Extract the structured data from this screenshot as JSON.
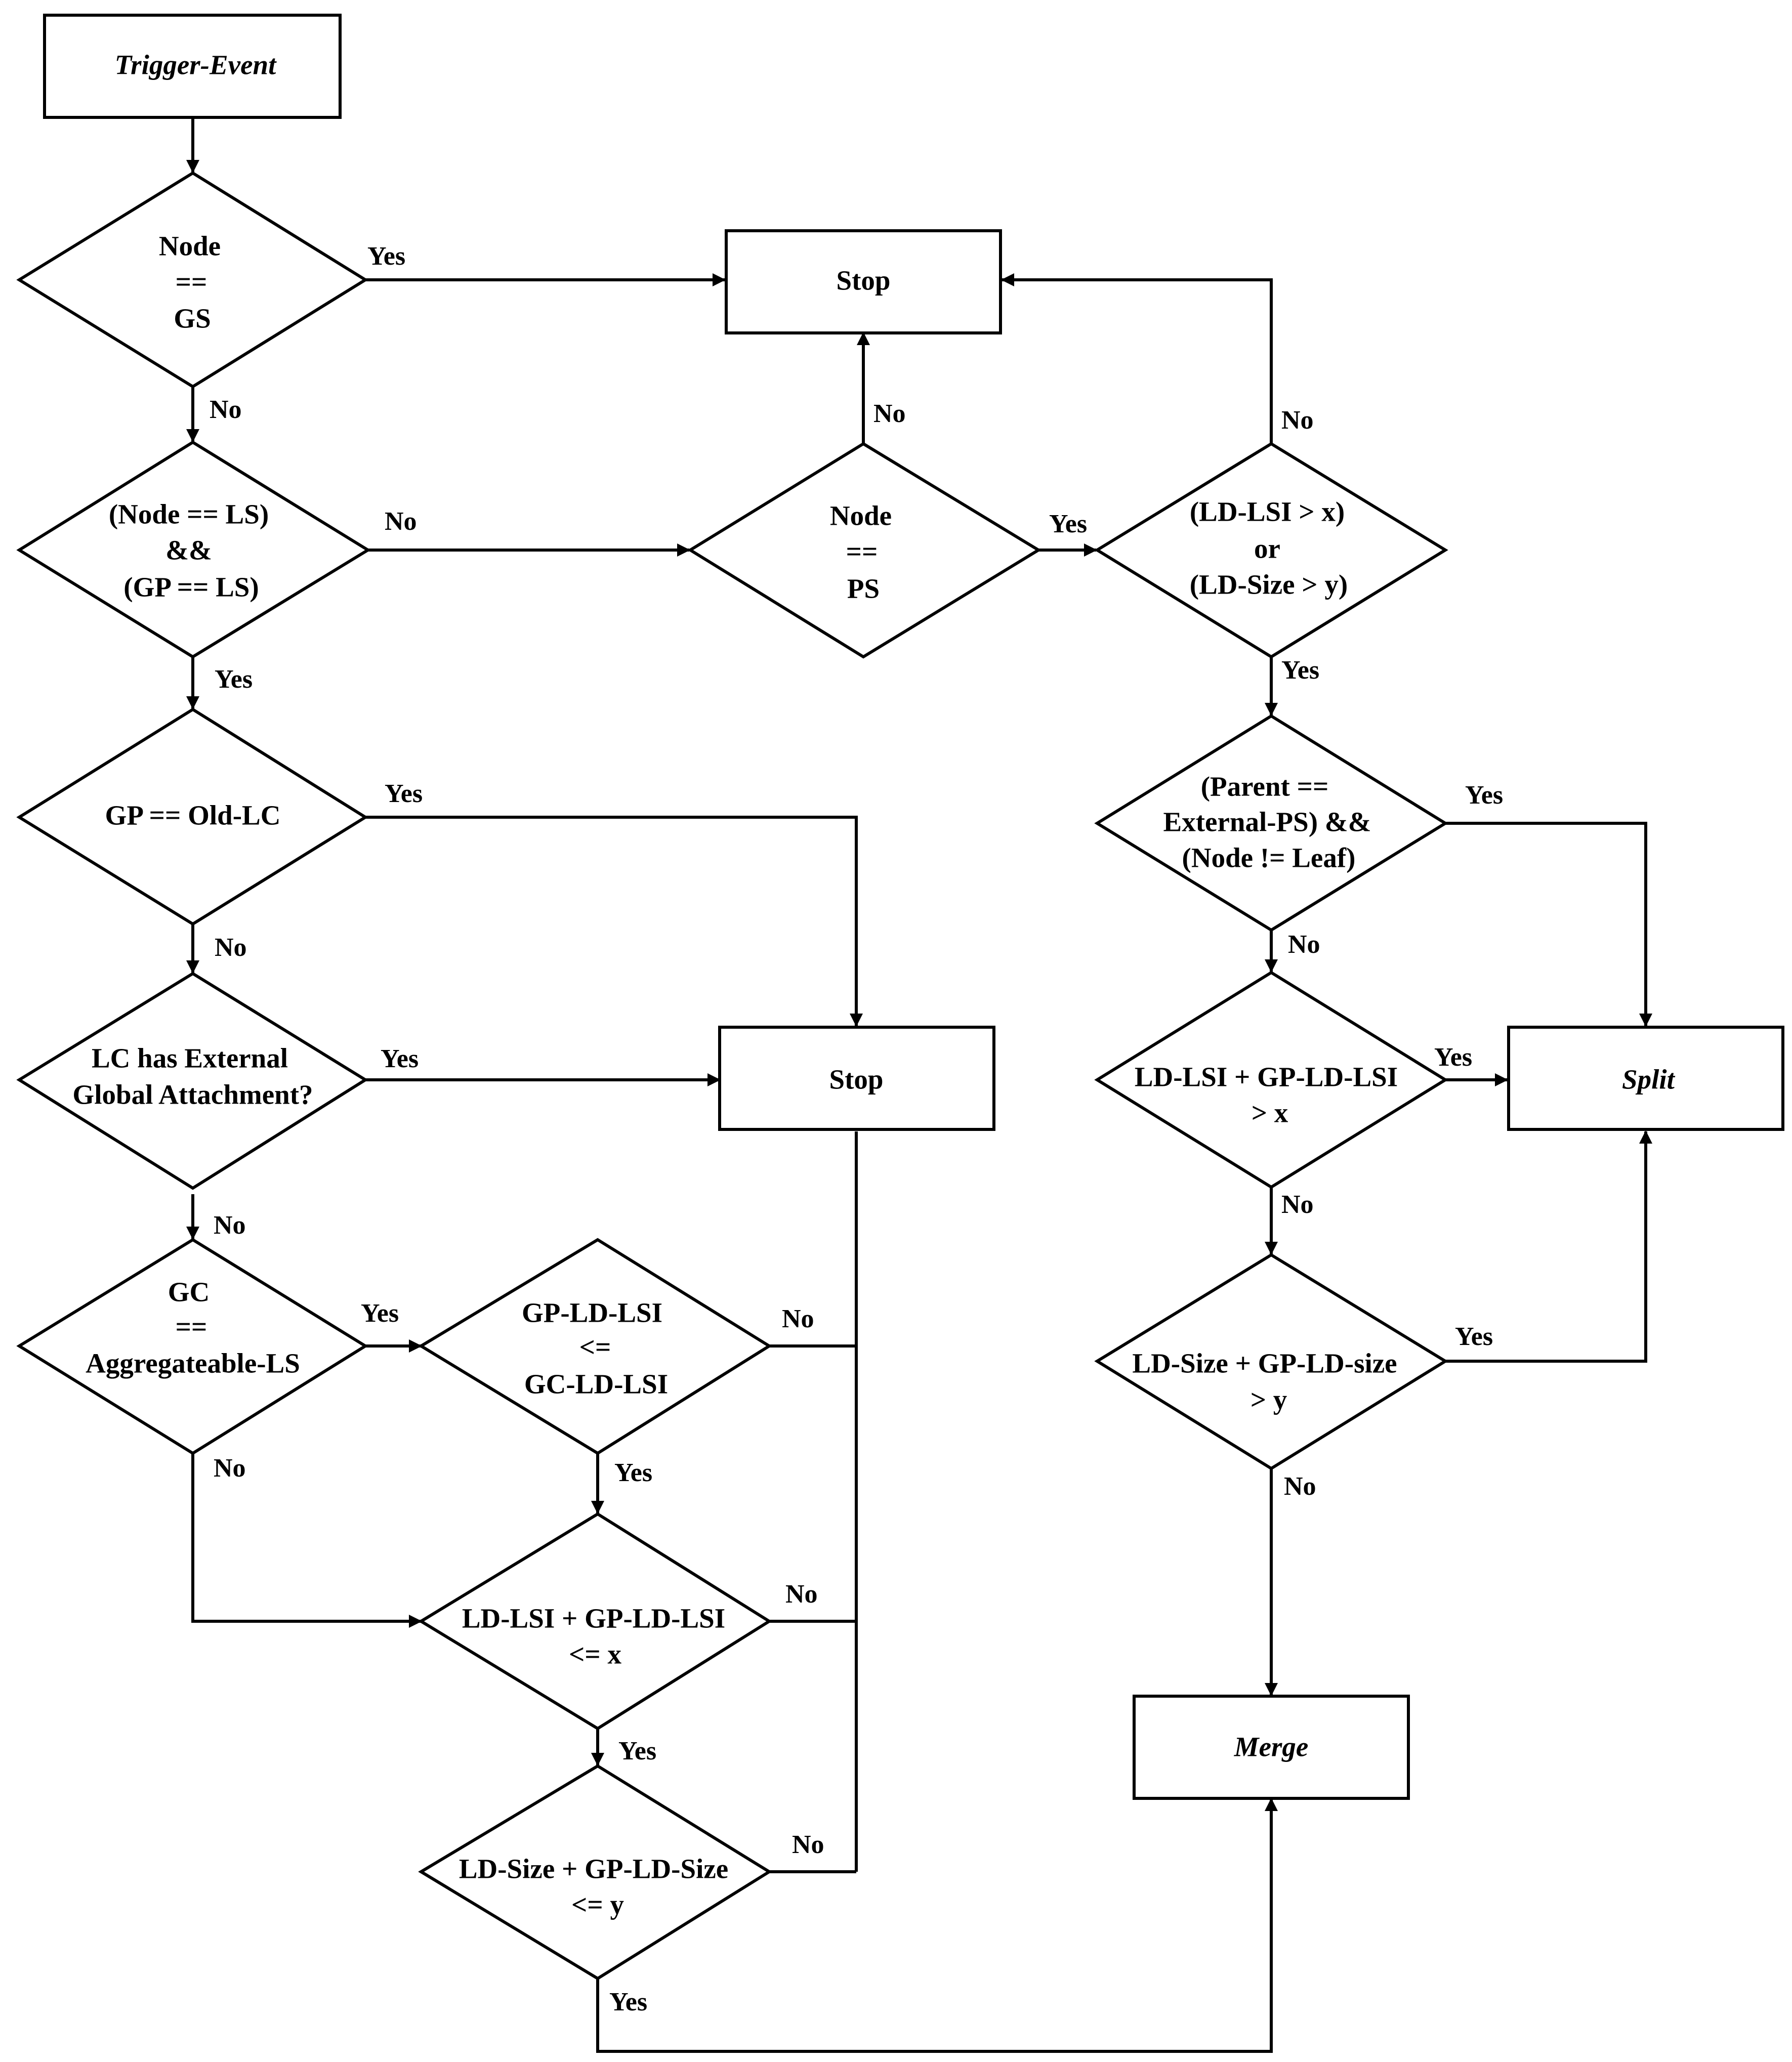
{
  "nodes": {
    "trigger": {
      "lines": [
        "Trigger-Event"
      ]
    },
    "d_node_gs": {
      "lines": [
        "Node",
        "==",
        "GS"
      ]
    },
    "d_ls": {
      "lines": [
        "(Node == LS)",
        "&&",
        "(GP == LS)"
      ]
    },
    "d_oldlc": {
      "lines": [
        "GP == Old-LC"
      ]
    },
    "d_ext": {
      "lines": [
        "LC has External",
        "Global Attachment?"
      ]
    },
    "d_gc": {
      "lines": [
        "GC",
        "==",
        "Aggregateable-LS"
      ]
    },
    "d_gpld": {
      "lines": [
        "GP-LD-LSI",
        "<=",
        "GC-LD-LSI"
      ]
    },
    "d_ldlsi_le": {
      "lines": [
        "LD-LSI + GP-LD-LSI",
        "<= x"
      ]
    },
    "d_ldsize_le": {
      "lines": [
        "LD-Size + GP-LD-Size",
        "<= y"
      ]
    },
    "stop_top": {
      "lines": [
        "Stop"
      ]
    },
    "stop_mid": {
      "lines": [
        "Stop"
      ]
    },
    "d_ps": {
      "lines": [
        "Node",
        "==",
        "PS"
      ]
    },
    "d_thresh": {
      "lines": [
        "(LD-LSI > x)",
        "or",
        "(LD-Size > y)"
      ]
    },
    "d_parent": {
      "lines": [
        "(Parent ==",
        "External-PS) &&",
        "(Node != Leaf)"
      ]
    },
    "d_ldlsi_gt": {
      "lines": [
        "LD-LSI + GP-LD-LSI",
        "> x"
      ]
    },
    "d_ldsize_gt": {
      "lines": [
        "LD-Size + GP-LD-size",
        "> y"
      ]
    },
    "split": {
      "lines": [
        "Split"
      ]
    },
    "merge": {
      "lines": [
        "Merge"
      ]
    }
  },
  "edge_labels": {
    "gs_yes": "Yes",
    "gs_no": "No",
    "ls_no": "No",
    "ls_yes": "Yes",
    "ps_no": "No",
    "ps_yes": "Yes",
    "thresh_no": "No",
    "thresh_yes": "Yes",
    "oldlc_yes": "Yes",
    "oldlc_no": "No",
    "ext_yes": "Yes",
    "ext_no": "No",
    "gc_yes": "Yes",
    "gc_no": "No",
    "gpld_no": "No",
    "gpld_yes": "Yes",
    "ldlsile_no": "No",
    "ldlsile_yes": "Yes",
    "ldsizele_no": "No",
    "ldsizele_yes": "Yes",
    "parent_yes": "Yes",
    "parent_no": "No",
    "ldlsigt_yes": "Yes",
    "ldlsigt_no": "No",
    "ldsizegt_yes": "Yes",
    "ldsizegt_no": "No"
  }
}
